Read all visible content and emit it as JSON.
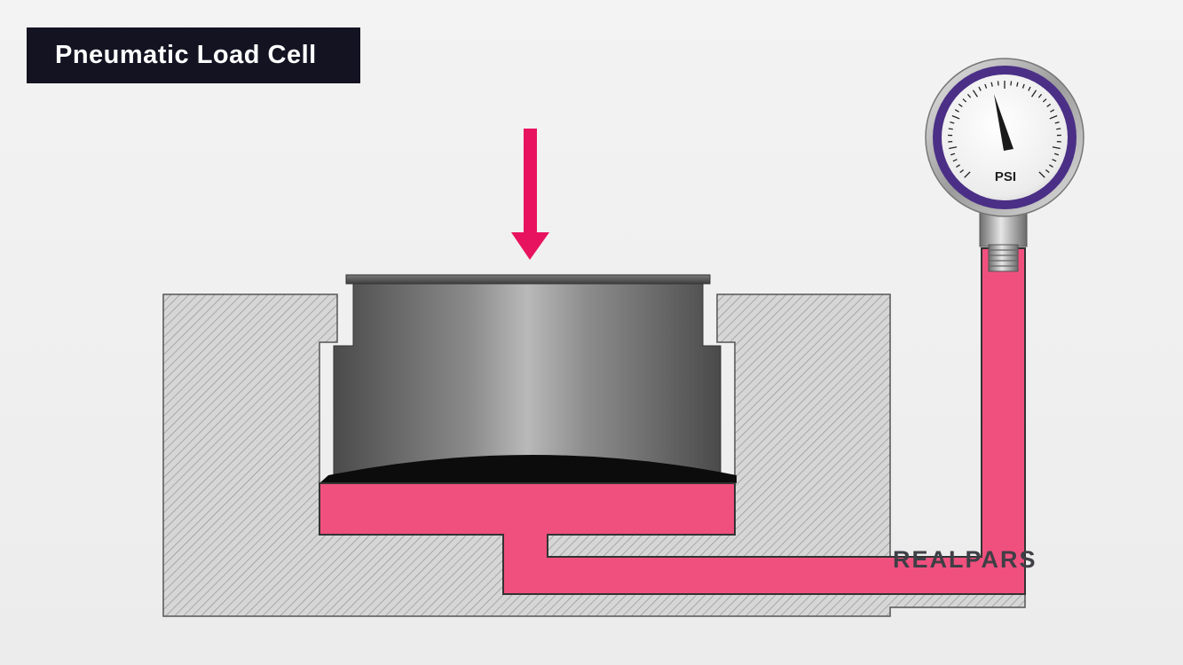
{
  "title": "Pneumatic Load Cell",
  "gauge": {
    "unit_label": "PSI"
  },
  "brand": {
    "name": "REALPARS"
  },
  "colors": {
    "title_background": "#141322",
    "force_arrow": "#e8135f",
    "fluid": "#f0507e",
    "gauge_ring": "#4b2f86",
    "body_hatch": "#cfcfcf"
  },
  "icons": {
    "force": "down-arrow-icon",
    "gauge": "pressure-gauge-icon"
  }
}
